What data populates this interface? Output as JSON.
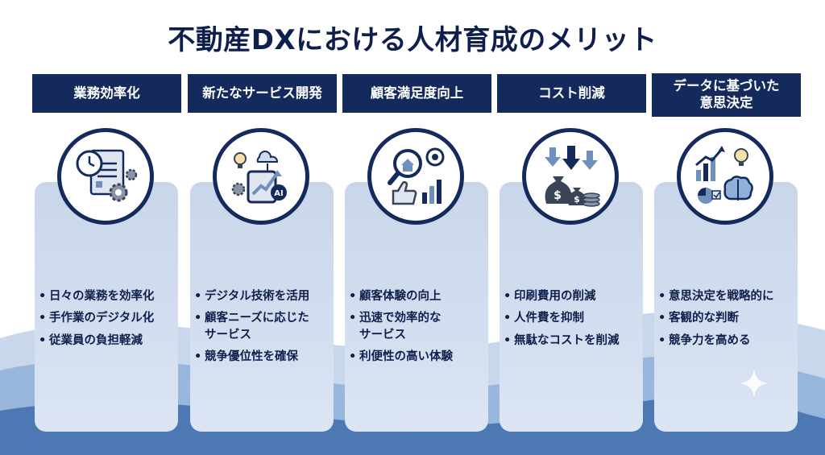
{
  "title": "不動産DXにおける人材育成のメリット",
  "columns": [
    {
      "header": "業務効率化",
      "icon": "document-clock-gear-icon",
      "bullets": [
        "日々の業務を効率化",
        "手作業のデジタル化",
        "従業員の負担軽減"
      ]
    },
    {
      "header": "新たなサービス開発",
      "icon": "tablet-ai-growth-icon",
      "bullets": [
        "デジタル技術を活用",
        "顧客ニーズに応じた\nサービス",
        "競争優位性を確保"
      ]
    },
    {
      "header": "顧客満足度向上",
      "icon": "magnifier-house-thumbs-up-icon",
      "bullets": [
        "顧客体験の向上",
        "迅速で効率的な\nサービス",
        "利便性の高い体験"
      ]
    },
    {
      "header": "コスト削減",
      "icon": "money-bags-down-arrows-icon",
      "bullets": [
        "印刷費用の削減",
        "人件費を抑制",
        "無駄なコストを削減"
      ]
    },
    {
      "header": "データに基づいた\n意思決定",
      "icon": "chart-brain-lightbulb-icon",
      "bullets": [
        "意思決定を戦略的に",
        "客観的な判断",
        "競争力を高める"
      ]
    }
  ],
  "colors": {
    "navy": "#142a5c",
    "card": "#d3def0",
    "text": "#0f1f4b"
  }
}
